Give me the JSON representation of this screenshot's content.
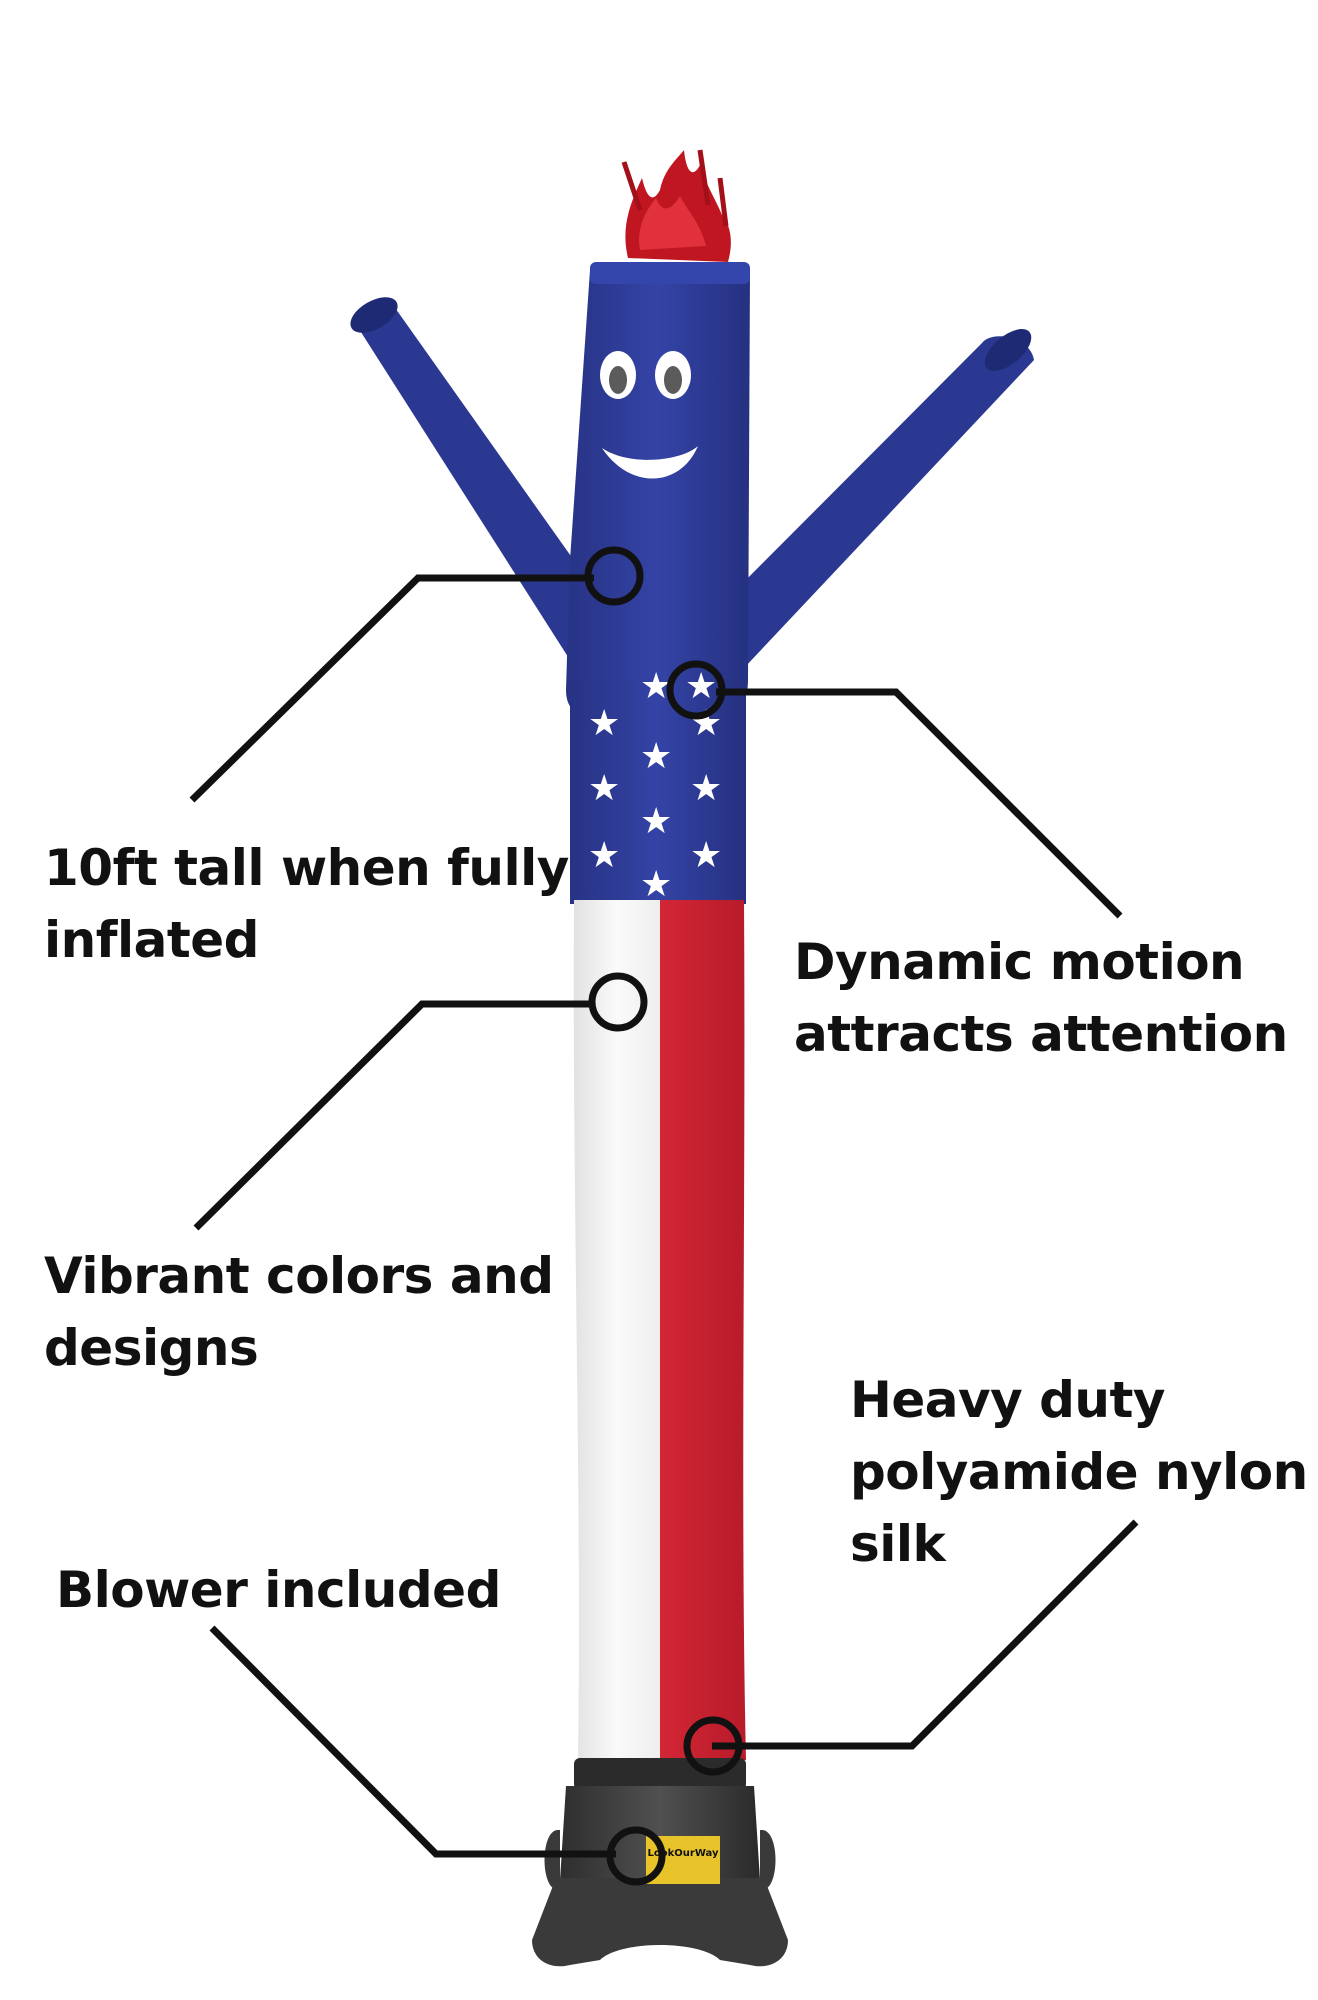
{
  "product": {
    "colors": {
      "blue": "#2d3a98",
      "red": "#c8202f",
      "white": "#f4f4f4",
      "base": "#3d3d3d",
      "callout_line": "#111111"
    },
    "blower_brand": "LookOurWay"
  },
  "callouts": {
    "height": {
      "line1": "10ft tall when fully",
      "line2": "inflated"
    },
    "motion": {
      "line1": "Dynamic motion",
      "line2": "attracts attention"
    },
    "colors": {
      "line1": "Vibrant colors and",
      "line2": "designs"
    },
    "material": {
      "line1": "Heavy duty",
      "line2": "polyamide nylon",
      "line3": "silk"
    },
    "blower": {
      "line1": "Blower included"
    }
  }
}
